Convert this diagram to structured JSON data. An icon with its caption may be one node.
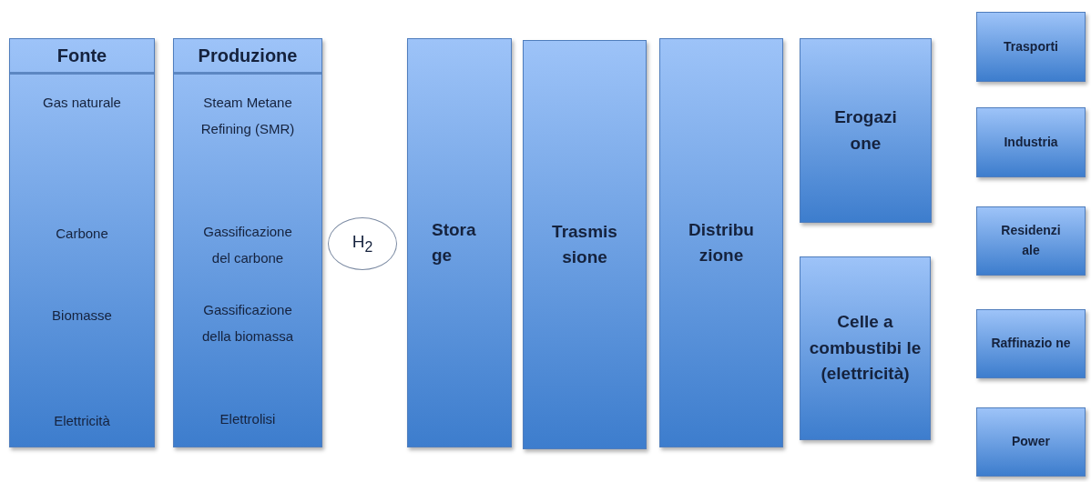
{
  "diagram": {
    "nodes": [
      {
        "text": [
          "Fonte",
          "Gas naturale",
          "Carbone",
          "Biomasse",
          "Elettricità"
        ]
      },
      {
        "text": [
          "Produzione",
          "Steam Metane Refining (SMR)",
          "Gassificazione del carbone",
          "Gassificazione della biomassa",
          "Elettrolisi"
        ]
      },
      {
        "text": [
          "H$_{2}$"
        ]
      },
      {
        "text": [
          "Stora ge"
        ]
      },
      {
        "text": [
          "Trasmis sione"
        ]
      },
      {
        "text": [
          "Distribu zione"
        ]
      },
      {
        "text": [
          "Erogazi one"
        ]
      },
      {
        "text": [
          "Celle a combustibi le (elettricità)"
        ]
      },
      {
        "text": [
          "Trasporti"
        ]
      },
      {
        "text": [
          "Industria"
        ]
      },
      {
        "text": [
          "Residenzi ale"
        ]
      },
      {
        "text": [
          "Raffinazio ne"
        ]
      },
      {
        "text": [
          "Power"
        ]
      }
    ]
  }
}
